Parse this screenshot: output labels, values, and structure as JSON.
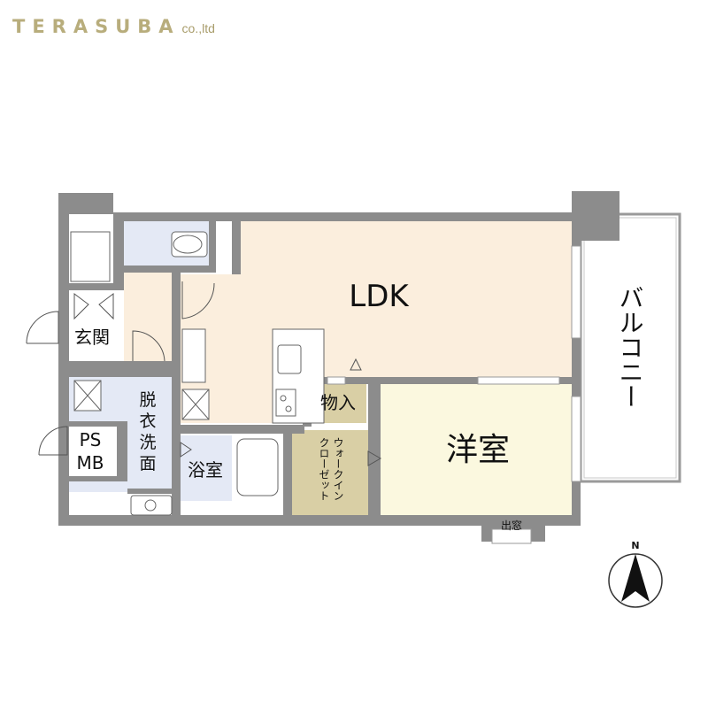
{
  "brand": {
    "wordmark": "TERASUBA",
    "suffix": "co.,ltd"
  },
  "rooms": {
    "ldk": "LDK",
    "western_room": "洋室",
    "balcony": "バルコニー",
    "entrance": "玄関",
    "dressing_wash_line1": "脱",
    "dressing_wash_line2": "衣",
    "dressing_wash_line3": "洗",
    "dressing_wash_line4": "面",
    "bathroom": "浴室",
    "storage": "物入",
    "walkin_closet_line1": "ウォークイン",
    "walkin_closet_line2": "クローゼット",
    "ps_line1": "PS",
    "ps_line2": "MB",
    "bay_window": "出窓"
  },
  "compass": {
    "north_label": "N"
  },
  "colors": {
    "wall": "#8c8c8c",
    "ldk_floor": "#fbeedd",
    "western_floor": "#fbf8df",
    "wet_area": "#e4e9f5",
    "closet": "#d9cfa5",
    "logo": "#b8ad7c"
  }
}
